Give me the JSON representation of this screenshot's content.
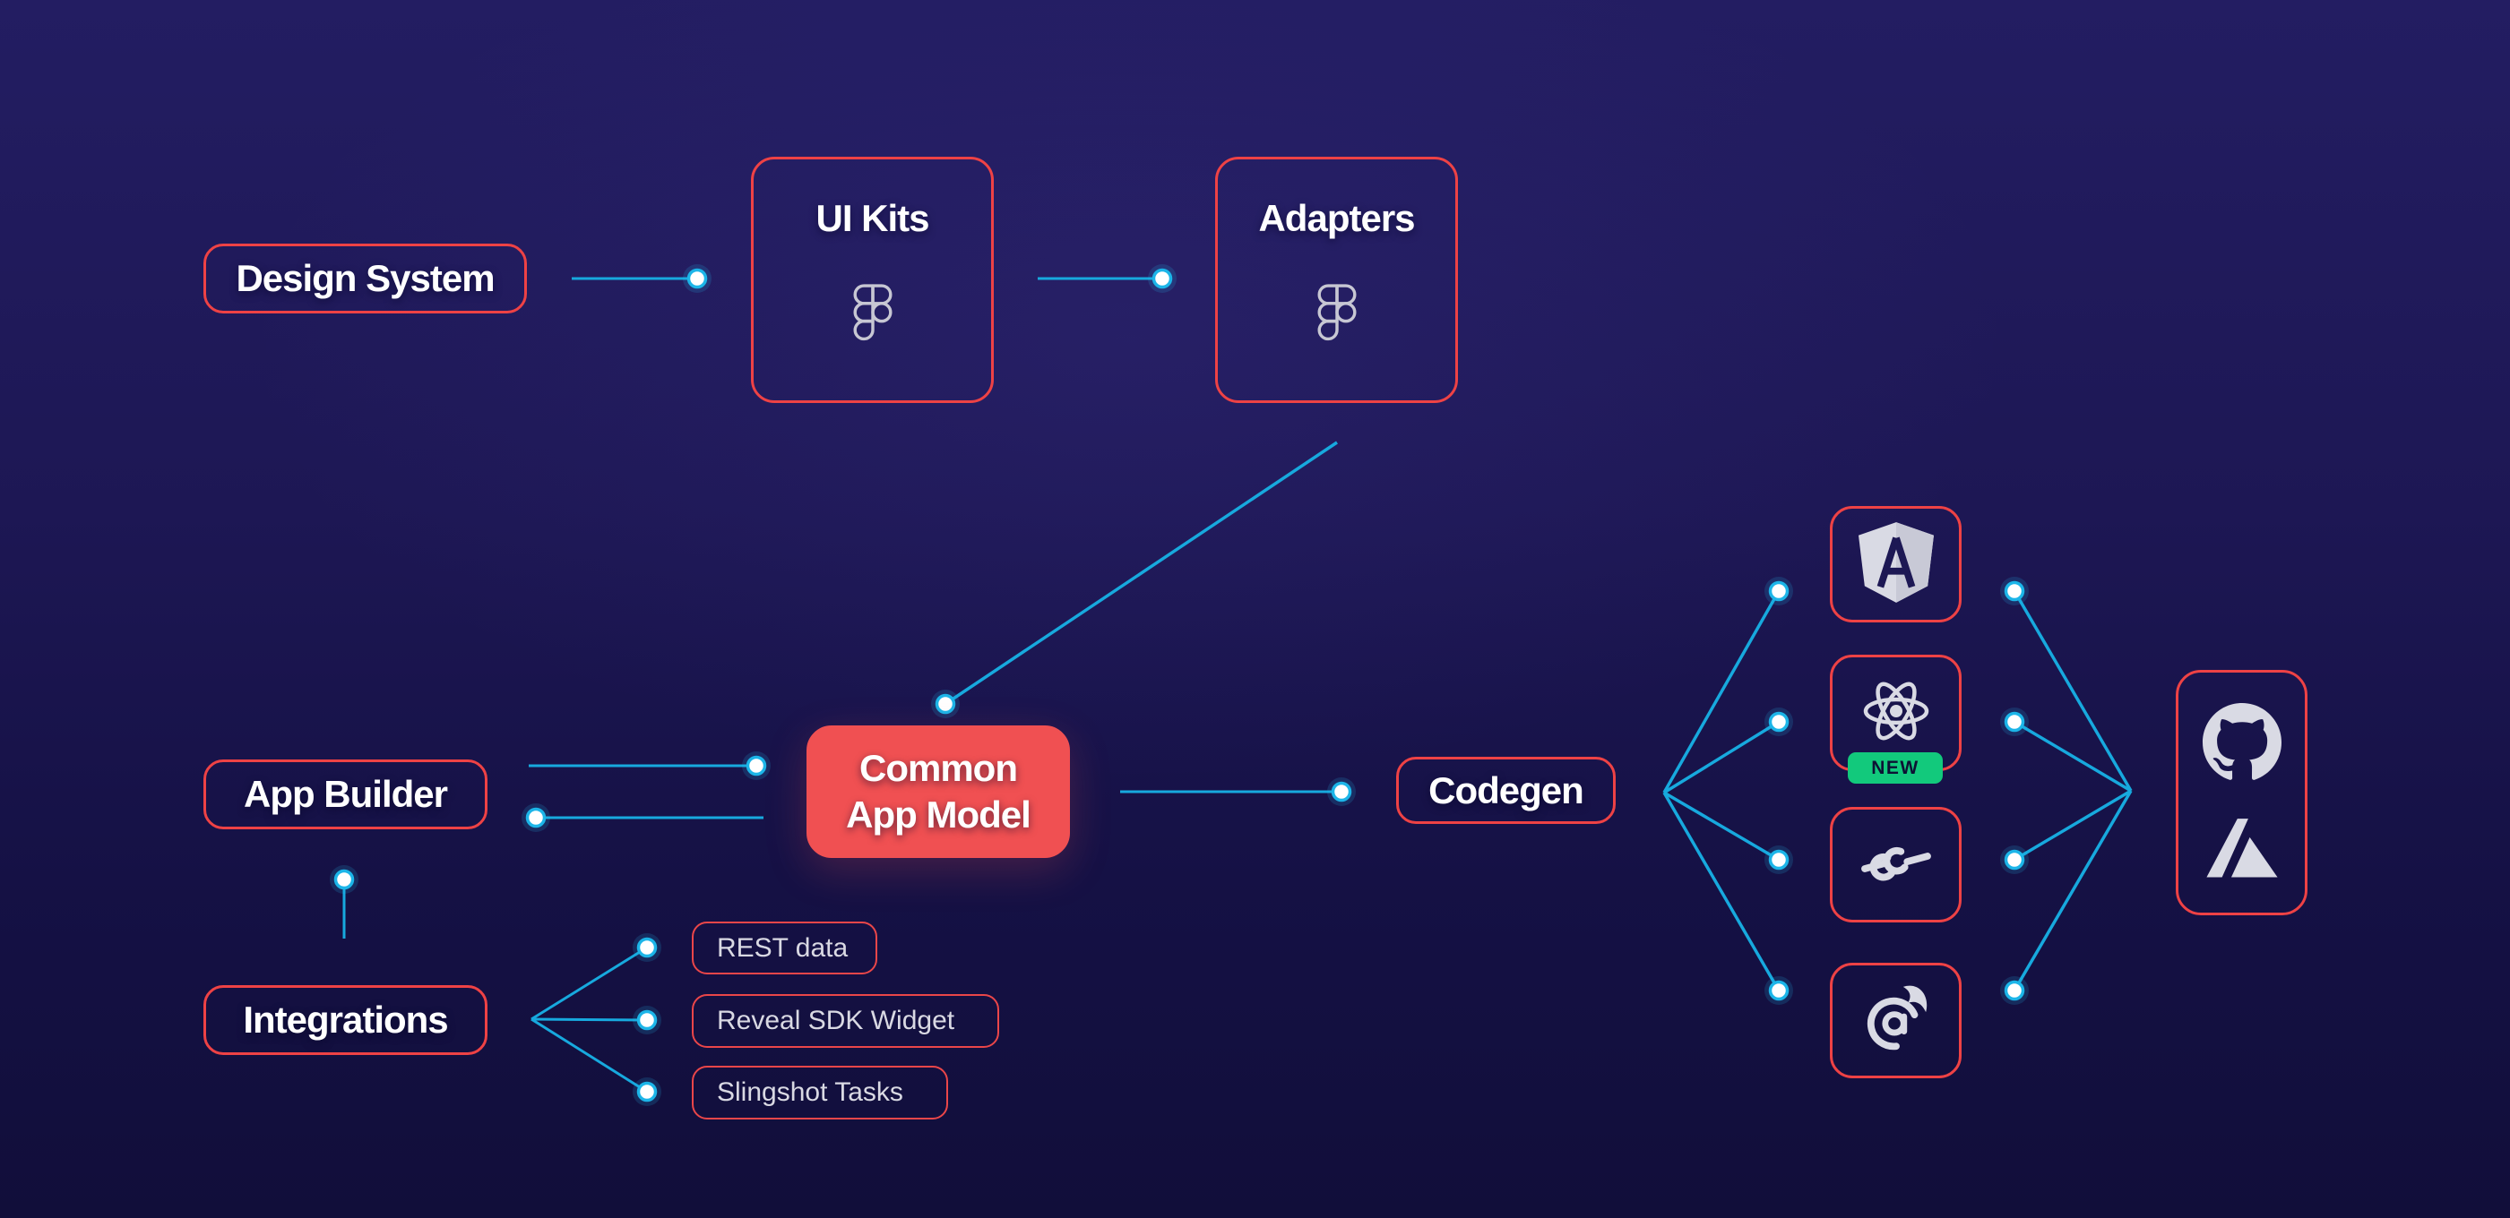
{
  "colors": {
    "background_top": "#231d62",
    "background_bottom": "#110e3a",
    "accent_red_border": "#ee4245",
    "common_box_fill": "#f05052",
    "line_cyan": "#17a9de",
    "dot_fill": "#ffffff",
    "badge_green": "#12c97c",
    "icon_gray": "#d9dae4",
    "chip_text": "#d9d9e3",
    "title_text": "#ffffff"
  },
  "nodes": {
    "design_system": {
      "label": "Design System"
    },
    "ui_kits": {
      "label": "UI Kits",
      "icon": "figma-icon"
    },
    "adapters": {
      "label": "Adapters",
      "icon": "figma-icon"
    },
    "app_builder": {
      "label": "App Builder"
    },
    "common_app_model": {
      "label": "Common App Model",
      "line1": "Common",
      "line2": "App Model"
    },
    "integrations": {
      "label": "Integrations"
    },
    "integration_chips": [
      {
        "label": "REST data"
      },
      {
        "label": "Reveal SDK Widget"
      },
      {
        "label": "Slingshot Tasks"
      }
    ],
    "codegen": {
      "label": "Codegen"
    },
    "frameworks": [
      {
        "name": "Angular",
        "icon": "angular-icon"
      },
      {
        "name": "React",
        "icon": "react-icon",
        "badge": "NEW"
      },
      {
        "name": "Web Components",
        "icon": "web-components-icon"
      },
      {
        "name": "Blazor",
        "icon": "blazor-icon"
      }
    ],
    "deploy_targets": {
      "icons": [
        "github-icon",
        "azure-icon"
      ]
    }
  },
  "connections": [
    {
      "from": "design-system",
      "to": "ui-kits"
    },
    {
      "from": "ui-kits",
      "to": "adapters"
    },
    {
      "from": "adapters",
      "to": "common-app-model"
    },
    {
      "from": "app-builder",
      "to": "common-app-model"
    },
    {
      "from": "common-app-model",
      "to": "app-builder"
    },
    {
      "from": "common-app-model",
      "to": "codegen"
    },
    {
      "from": "integrations",
      "to": "app-builder"
    },
    {
      "from": "integrations",
      "to": "rest-data"
    },
    {
      "from": "integrations",
      "to": "reveal-sdk-widget"
    },
    {
      "from": "integrations",
      "to": "slingshot-tasks"
    },
    {
      "from": "codegen",
      "to": "angular"
    },
    {
      "from": "codegen",
      "to": "react"
    },
    {
      "from": "codegen",
      "to": "web-components"
    },
    {
      "from": "codegen",
      "to": "blazor"
    },
    {
      "from": "angular",
      "to": "github-azure"
    },
    {
      "from": "react",
      "to": "github-azure"
    },
    {
      "from": "web-components",
      "to": "github-azure"
    },
    {
      "from": "blazor",
      "to": "github-azure"
    }
  ]
}
